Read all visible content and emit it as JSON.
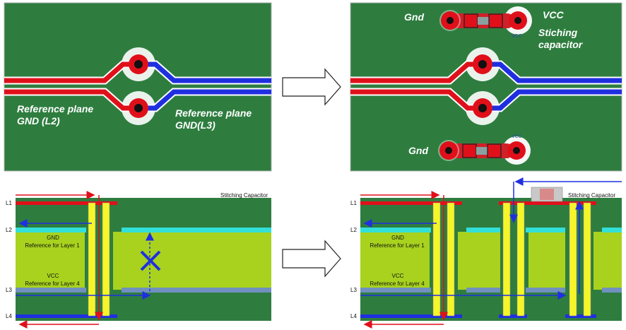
{
  "top_left": {
    "ref_plane_l2": "Reference plane",
    "ref_plane_l2_sub": "GND (L2)",
    "ref_plane_l3": "Reference plane",
    "ref_plane_l3_sub": "GND(L3)"
  },
  "top_right": {
    "gnd_top": "Gnd",
    "vcc_top": "VCC",
    "stitch_1": "Stiching",
    "stitch_2": "capacitor",
    "gnd_bottom": "Gnd",
    "vcc_pad_top": "VCC",
    "vcc_pad_bottom": "VCC"
  },
  "bottom_left": {
    "stitching_label": "Stitching Capacitor",
    "layers": [
      "L1",
      "L2",
      "L3",
      "L4"
    ],
    "gnd_1": "GND",
    "gnd_2": "Reference for Layer 1",
    "vcc_1": "VCC",
    "vcc_2": "Reference for Layer 4"
  },
  "bottom_right": {
    "stitching_label": "Stitching Capacitor",
    "layers": [
      "L1",
      "L2",
      "L3",
      "L4"
    ],
    "gnd_1": "GND",
    "gnd_2": "Reference for Layer 1",
    "vcc_1": "VCC",
    "vcc_2": "Reference for Layer 4"
  },
  "colors": {
    "board_green": "#2e7d3f",
    "trace_red": "#e0101a",
    "trace_blue": "#1f2fe0",
    "core_yellowgreen": "#a8d21e",
    "plane_cyan": "#33e0d8",
    "via_yellow": "#f5f52a"
  }
}
